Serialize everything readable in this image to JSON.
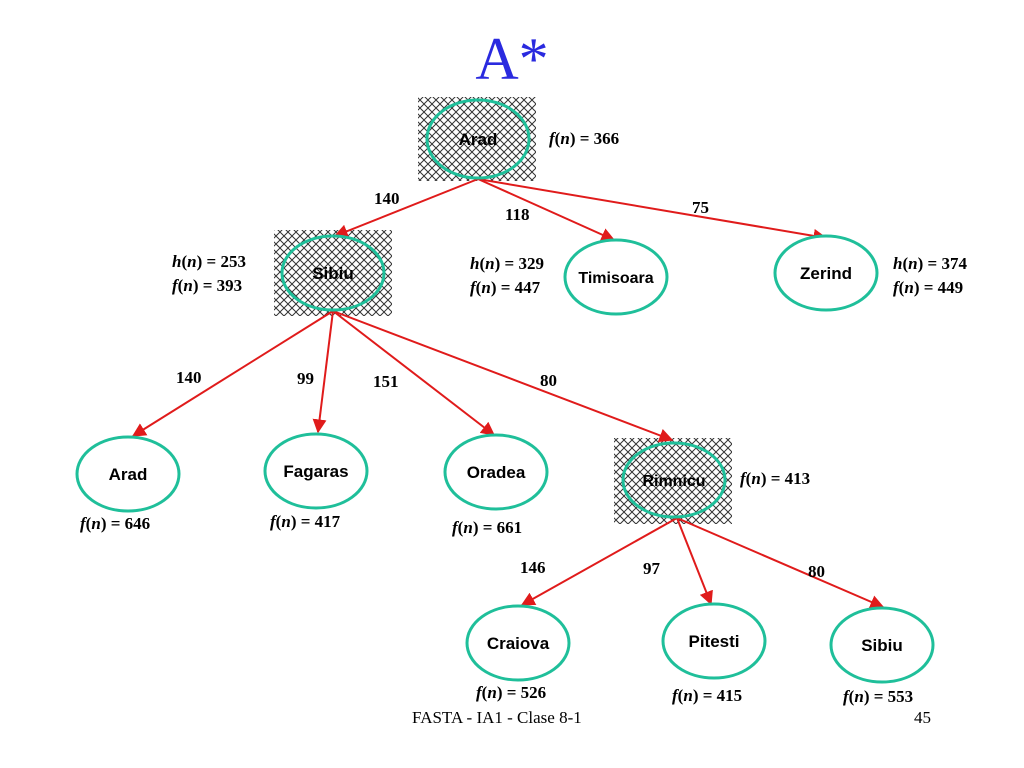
{
  "title": "A*",
  "nodes": {
    "arad_root": "Arad",
    "sibiu": "Sibiu",
    "timisoara": "Timisoara",
    "zerind": "Zerind",
    "arad_2": "Arad",
    "fagaras": "Fagaras",
    "oradea": "Oradea",
    "rimnicu": "Rimnicu",
    "craiova": "Craiova",
    "pitesti": "Pitesti",
    "sibiu_2": "Sibiu"
  },
  "edges": {
    "arad_sibiu": "140",
    "arad_timisoara": "118",
    "arad_zerind": "75",
    "sibiu_arad": "140",
    "sibiu_fagaras": "99",
    "sibiu_oradea": "151",
    "sibiu_rimnicu": "80",
    "rimnicu_craiova": "146",
    "rimnicu_pitesti": "97",
    "rimnicu_sibiu": "80"
  },
  "labels": {
    "arad_root_f": "366",
    "sibiu_h": "253",
    "sibiu_f": "393",
    "timisoara_h": "329",
    "timisoara_f": "447",
    "zerind_h": "374",
    "zerind_f": "449",
    "arad_2_f": "646",
    "fagaras_f": "417",
    "oradea_f": "661",
    "rimnicu_f": "413",
    "craiova_f": "526",
    "pitesti_f": "415",
    "sibiu_2_f": "553"
  },
  "colors": {
    "node_border": "#1fbf9a",
    "edge": "#e01b1b",
    "title": "#2a2adf"
  },
  "footer": {
    "text": "FASTA - IA1 - Clase 8-1",
    "page_number": "45"
  }
}
